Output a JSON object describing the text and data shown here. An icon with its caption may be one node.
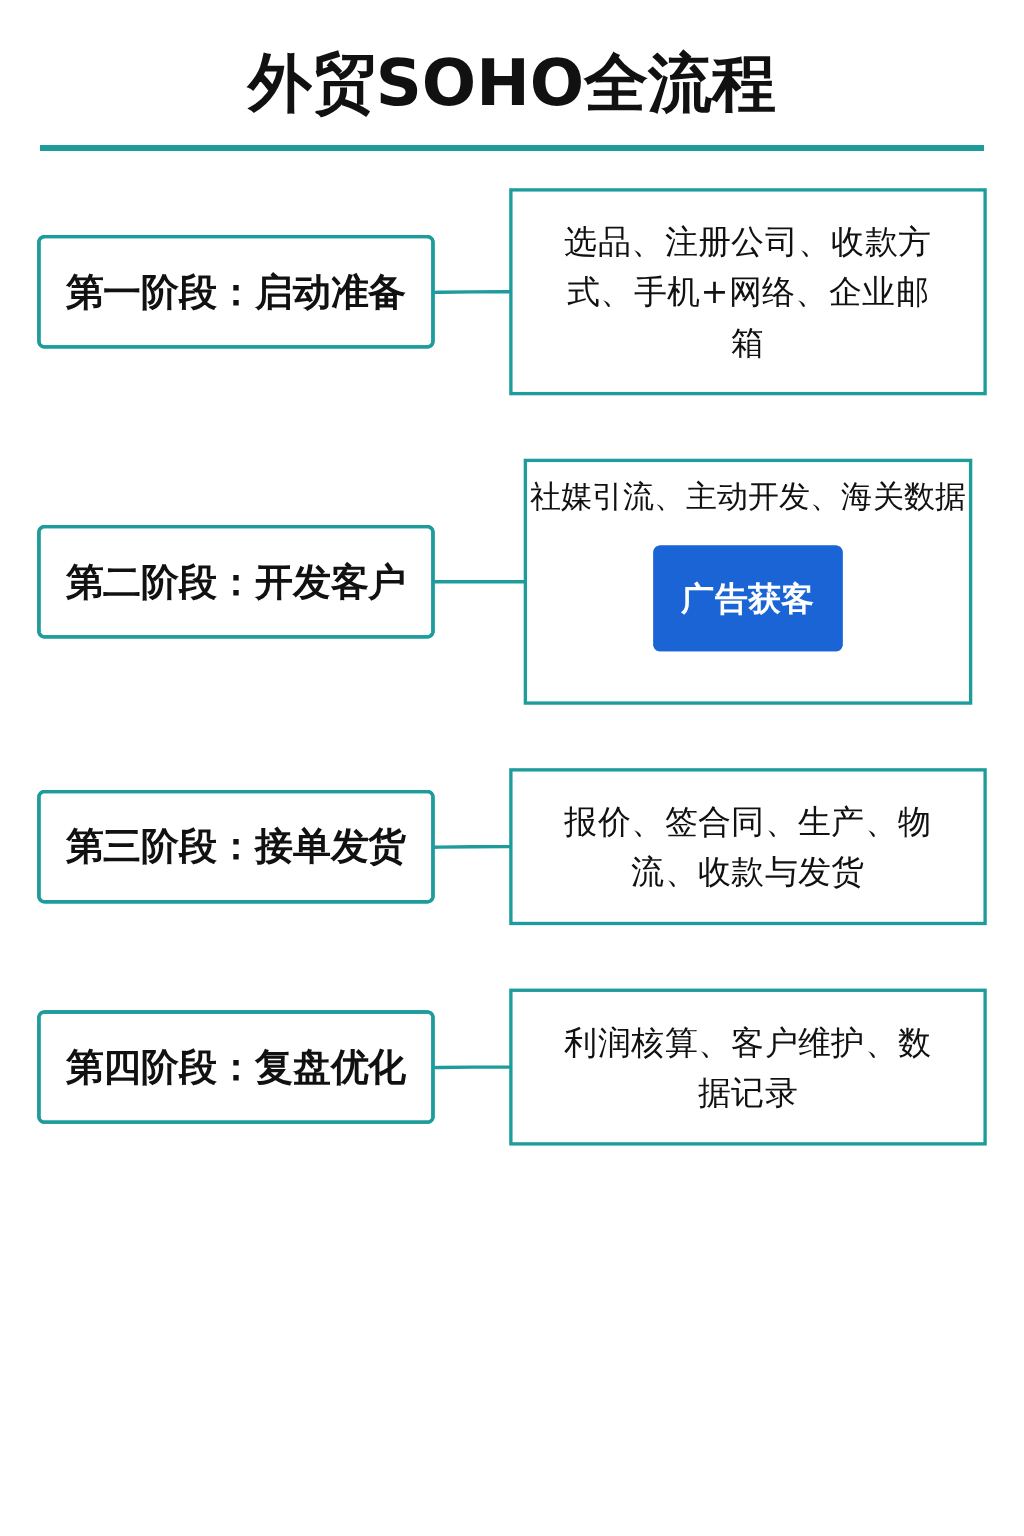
{
  "diagram": {
    "title": "外贸SOHO全流程",
    "nodes": [
      {
        "text": [
          "第一阶段：启动准备"
        ]
      },
      {
        "text": [
          "选品、注册公司、收款方式、手机+网络、企业邮箱"
        ]
      },
      {
        "text": [
          "第二阶段：开发客户"
        ]
      },
      {
        "text": [
          "社媒引流、主动开发、海关数据"
        ]
      },
      {
        "text": [
          "广告获客"
        ],
        "in": 3
      },
      {
        "text": [
          "第三阶段：接单发货"
        ]
      },
      {
        "text": [
          "报价、签合同、生产、物流、收款与发货"
        ]
      },
      {
        "text": [
          "第四阶段：复盘优化"
        ]
      },
      {
        "text": [
          "利润核算、客户维护、数据记录"
        ]
      }
    ],
    "edges": [
      {
        "from": 0,
        "to": 1,
        "arrow": "none"
      },
      {
        "from": 2,
        "to": 3,
        "arrow": "none"
      },
      {
        "from": 5,
        "to": 6,
        "arrow": "none"
      },
      {
        "from": 7,
        "to": 8,
        "arrow": "none"
      }
    ]
  }
}
